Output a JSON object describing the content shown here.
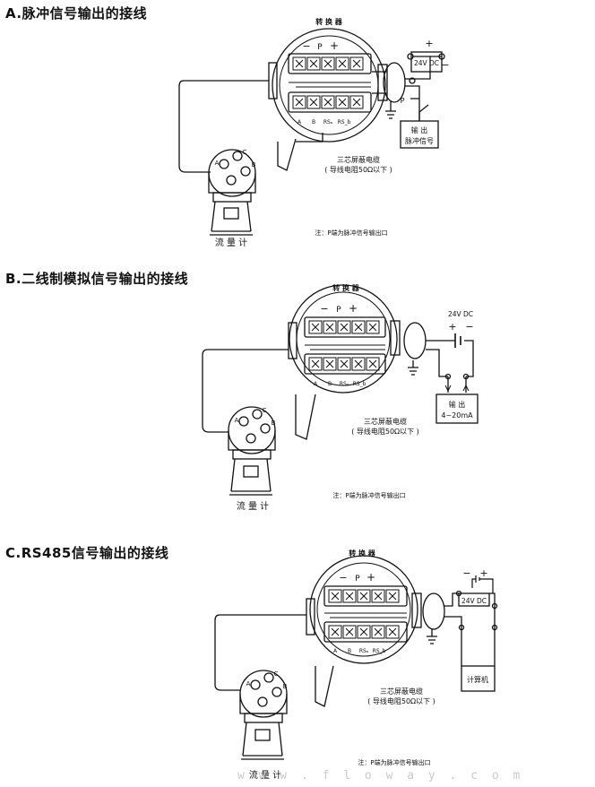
{
  "sections": [
    {
      "title": "A.脉冲信号输出的接线",
      "converter_label": "转 换 器",
      "terminal_top": [
        "−",
        "P",
        "+"
      ],
      "terminal_bottom": [
        "A",
        "B",
        "RSₐ",
        "RS_b"
      ],
      "cable_label_1": "三芯屏蔽电缆",
      "cable_label_2": "( 导线电阻50Ω以下 )",
      "flowmeter_label": "流 量 计",
      "sensor_labels": [
        "A",
        "C",
        "B"
      ],
      "note": "注：P端为脉冲信号输出口",
      "supply_label": "24V DC",
      "plus": "+",
      "minus": "−",
      "p_label": "P",
      "output_label_1": "输 出",
      "output_label_2": "脉冲信号"
    },
    {
      "title": "B.二线制模拟信号输出的接线",
      "converter_label": "转 换 器",
      "terminal_top": [
        "−",
        "P",
        "+"
      ],
      "terminal_bottom": [
        "A",
        "B",
        "RSₐ",
        "RS_b"
      ],
      "cable_label_1": "三芯屏蔽电缆",
      "cable_label_2": "( 导线电阻50Ω以下 )",
      "flowmeter_label": "流 量 计",
      "sensor_labels": [
        "A",
        "C",
        "B"
      ],
      "note": "注：P端为脉冲信号输出口",
      "supply_label": "24V DC",
      "plus": "+",
      "minus": "−",
      "output_label_1": "输 出",
      "output_label_2": "4~20mA"
    },
    {
      "title": "C.RS485信号输出的接线",
      "converter_label": "转 换 器",
      "terminal_top": [
        "−",
        "P",
        "+"
      ],
      "terminal_bottom": [
        "A",
        "B",
        "RSₐ",
        "RS_b"
      ],
      "cable_label_1": "三芯屏蔽电缆",
      "cable_label_2": "( 导线电阻50Ω以下 )",
      "flowmeter_label": "流 量 计",
      "sensor_labels": [
        "A",
        "C",
        "B"
      ],
      "note": "注：P端为脉冲信号输出口",
      "supply_label": "24V DC",
      "plus": "+",
      "minus": "−",
      "output_label_1": "计算机"
    }
  ],
  "watermark": "w w w . f l o w a y . c o m"
}
